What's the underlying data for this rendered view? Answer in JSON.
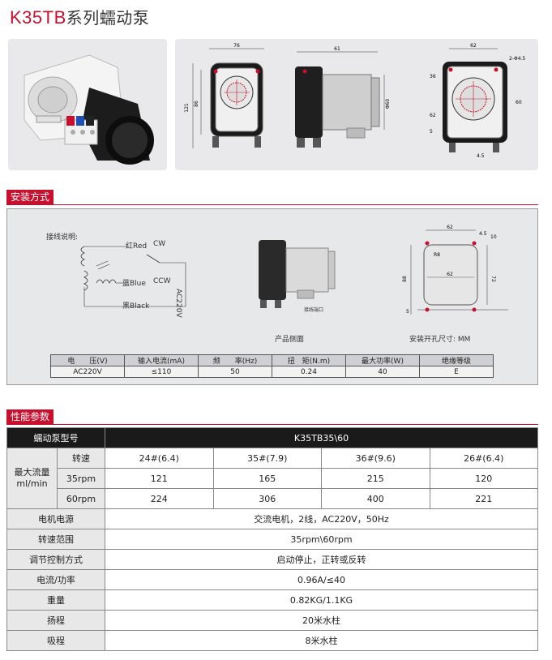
{
  "title": {
    "model": "K35TB",
    "suffix": "系列蠕动泵"
  },
  "top_drawing": {
    "front": {
      "width": "76",
      "height_outer": "121",
      "height_inner": "86"
    },
    "side": {
      "depth": "61",
      "dia": "Φ60"
    },
    "mount": {
      "top": "62",
      "hole": "2-Φ4.5",
      "left1": "36",
      "left2": "62",
      "right": "60",
      "bottom1": "5",
      "bottom2": "4.5"
    }
  },
  "sections": {
    "install": "安装方式",
    "performance": "性能参数"
  },
  "install": {
    "wiring_title": "接线说明:",
    "red": "红Red",
    "cw": "CW",
    "blue": "蓝Blue",
    "ccw": "CCW",
    "black": "黑Black",
    "ac": "AC220V",
    "side_caption": "产品侧面",
    "port_label": "接线端口",
    "hole_caption": "安装开孔尺寸: MM",
    "dims": {
      "top": "62",
      "hole": "4.5",
      "inner": "62",
      "left": "88",
      "right": "72",
      "small": "5",
      "r": "10",
      "radius": "R8"
    }
  },
  "spec_table": {
    "headers": [
      "电　　压(V)",
      "输入电流(mA)",
      "频　　率(Hz)",
      "扭　矩(N.m)",
      "最大功率(W)",
      "绝缘等级"
    ],
    "values": [
      "AC220V",
      "≤110",
      "50",
      "0.24",
      "40",
      "E"
    ]
  },
  "perf_table": {
    "model_label": "蠕动泵型号",
    "model_value": "K35TB35\\60",
    "flow_label": "最大流量\nml/min",
    "speed_label": "转速",
    "tubes": [
      "24#(6.4)",
      "35#(7.9)",
      "36#(9.6)",
      "26#(6.4)"
    ],
    "rows": [
      {
        "speed": "35rpm",
        "values": [
          "121",
          "165",
          "215",
          "120"
        ]
      },
      {
        "speed": "60rpm",
        "values": [
          "224",
          "306",
          "400",
          "221"
        ]
      }
    ],
    "props": [
      {
        "label": "电机电源",
        "value": "交流电机，2线，AC220V，50Hz"
      },
      {
        "label": "转速范围",
        "value": "35rpm\\60rpm"
      },
      {
        "label": "调节控制方式",
        "value": "启动停止，正转或反转"
      },
      {
        "label": "电流/功率",
        "value": "0.96A/≤40"
      },
      {
        "label": "重量",
        "value": "0.82KG/1.1KG"
      },
      {
        "label": "扬程",
        "value": "20米水柱"
      },
      {
        "label": "吸程",
        "value": "8米水柱"
      }
    ]
  }
}
